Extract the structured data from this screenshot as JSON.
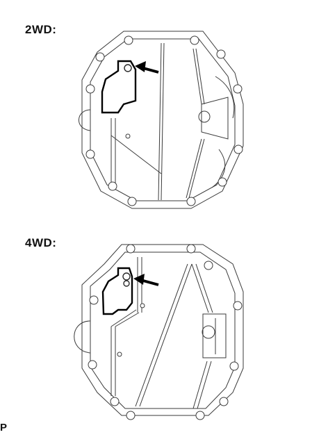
{
  "labels": {
    "top": "2WD:",
    "bottom": "4WD:",
    "corner": "P"
  },
  "colors": {
    "line": "#2a2a2a",
    "background": "#ffffff"
  }
}
